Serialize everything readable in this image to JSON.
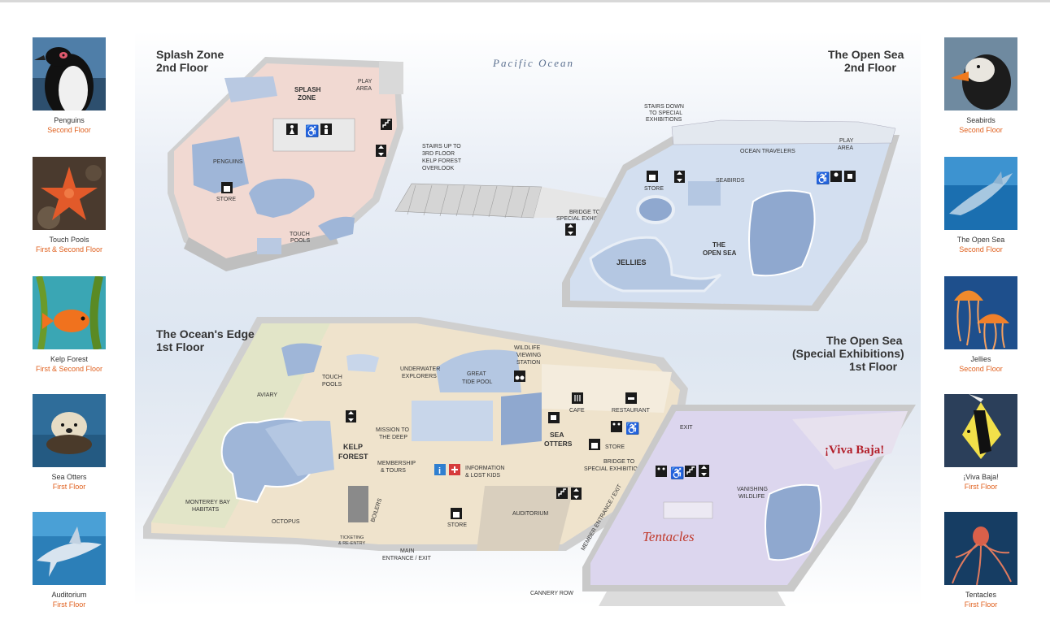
{
  "ocean_label": "Pacific Ocean",
  "floors": {
    "splash": [
      "Splash Zone",
      "2nd Floor"
    ],
    "open_sea_2": [
      "The Open Sea",
      "2nd Floor"
    ],
    "oceans_edge": [
      "The Ocean's Edge",
      "1st Floor"
    ],
    "open_sea_1": [
      "The Open Sea",
      "(Special Exhibitions)",
      "1st Floor"
    ]
  },
  "rooms": {
    "splash_zone": [
      "SPLASH",
      "ZONE"
    ],
    "play_area": [
      "PLAY",
      "AREA"
    ],
    "penguins": "PENGUINS",
    "store_splash": "STORE",
    "touch_pools_2": [
      "TOUCH",
      "POOLS"
    ],
    "stairs_up": [
      "STAIRS UP TO",
      "3RD FLOOR",
      "KELP FOREST",
      "OVERLOOK"
    ],
    "bridge_2": [
      "BRIDGE TO",
      "SPECIAL EXHIBITIONS"
    ],
    "stairs_down": [
      "STAIRS DOWN",
      "TO SPECIAL",
      "EXHIBITIONS"
    ],
    "ocean_travelers": "OCEAN TRAVELERS",
    "play_area_2": [
      "PLAY",
      "AREA"
    ],
    "store_open": "STORE",
    "seabirds": "SEABIRDS",
    "jellies": "JELLIES",
    "the_open_sea": [
      "THE",
      "OPEN SEA"
    ],
    "aviary": "AVIARY",
    "touch_pools_1": [
      "TOUCH",
      "POOLS"
    ],
    "underwater": [
      "UNDERWATER",
      "EXPLORERS"
    ],
    "great_tide_pool": [
      "GREAT",
      "TIDE POOL"
    ],
    "wildlife": [
      "WILDLIFE",
      "VIEWING",
      "STATION"
    ],
    "cafe": "CAFE",
    "restaurant": "RESTAURANT",
    "mission": [
      "MISSION TO",
      "THE DEEP"
    ],
    "sea_otters": [
      "SEA",
      "OTTERS"
    ],
    "store_1": "STORE",
    "kelp_forest": [
      "KELP",
      "FOREST"
    ],
    "membership": [
      "MEMBERSHIP",
      "& TOURS"
    ],
    "information": [
      "INFORMATION",
      "& LOST KIDS"
    ],
    "bridge_1": [
      "BRIDGE TO",
      "SPECIAL EXHIBITIONS"
    ],
    "monterey": [
      "MONTEREY BAY",
      "HABITATS"
    ],
    "octopus": "OCTOPUS",
    "boilers": "BOILERS",
    "store_main": "STORE",
    "auditorium": "AUDITORIUM",
    "ticketing": [
      "TICKETING",
      "& RE-ENTRY"
    ],
    "main_entrance": [
      "MAIN",
      "ENTRANCE / EXIT"
    ],
    "member_entrance": "MEMBER ENTRANCE / EXIT",
    "exit": "EXIT",
    "vanishing": [
      "VANISHING",
      "WILDLIFE"
    ],
    "viva_baja": "¡Viva Baja!",
    "tentacles": "Tentacles",
    "cannery_row": "CANNERY ROW"
  },
  "left_sidebar": [
    {
      "title": "Penguins",
      "sub": "Second Floor",
      "icon": "penguin-photo"
    },
    {
      "title": "Touch Pools",
      "sub": "First & Second Floor",
      "icon": "sea-star-photo"
    },
    {
      "title": "Kelp Forest",
      "sub": "First & Second Floor",
      "icon": "garibaldi-fish-photo"
    },
    {
      "title": "Sea Otters",
      "sub": "First Floor",
      "icon": "sea-otter-photo"
    },
    {
      "title": "Auditorium",
      "sub": "First Floor",
      "icon": "shark-photo"
    }
  ],
  "right_sidebar": [
    {
      "title": "Seabirds",
      "sub": "Second Floor",
      "icon": "puffin-photo"
    },
    {
      "title": "The Open Sea",
      "sub": "Second Floor",
      "icon": "dolphin-photo"
    },
    {
      "title": "Jellies",
      "sub": "Second Floor",
      "icon": "jellyfish-photo"
    },
    {
      "title": "¡Viva Baja!",
      "sub": "First Floor",
      "icon": "moorish-idol-photo"
    },
    {
      "title": "Tentacles",
      "sub": "First Floor",
      "icon": "octopus-photo"
    }
  ],
  "colors": {
    "accent_sub": "#e0601e",
    "floor_pink": "#f1d9d2",
    "floor_blue": "#d3dff0",
    "floor_tan": "#efe3cc",
    "floor_purple": "#dcd6ee",
    "water": "#9fb6d8",
    "viva_baja": "#b3202b",
    "tentacles": "#c0392b"
  }
}
